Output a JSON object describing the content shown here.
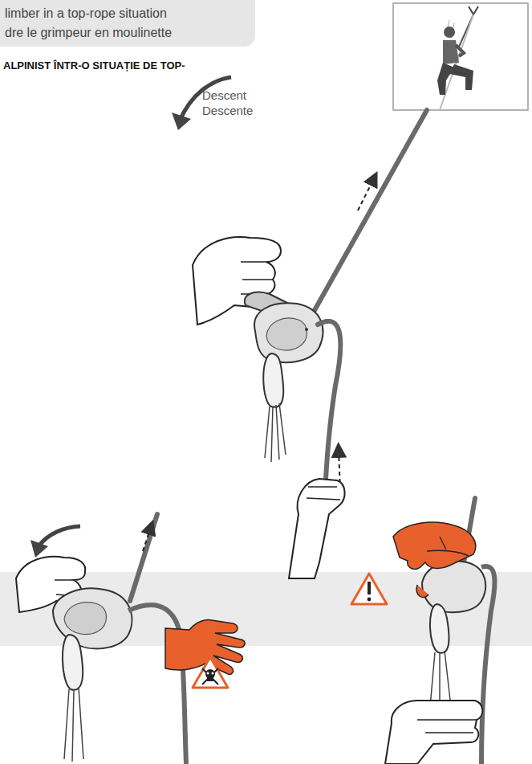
{
  "diagram": {
    "nodes": [
      {
        "text": [
          "limber in a top-rope situation",
          "dre le grimpeur en moulinette"
        ]
      }
    ],
    "labels": [
      "ALPINIST ÎNTR-O SITUAȚIE DE TOP-",
      "Descent",
      "Descente"
    ]
  }
}
